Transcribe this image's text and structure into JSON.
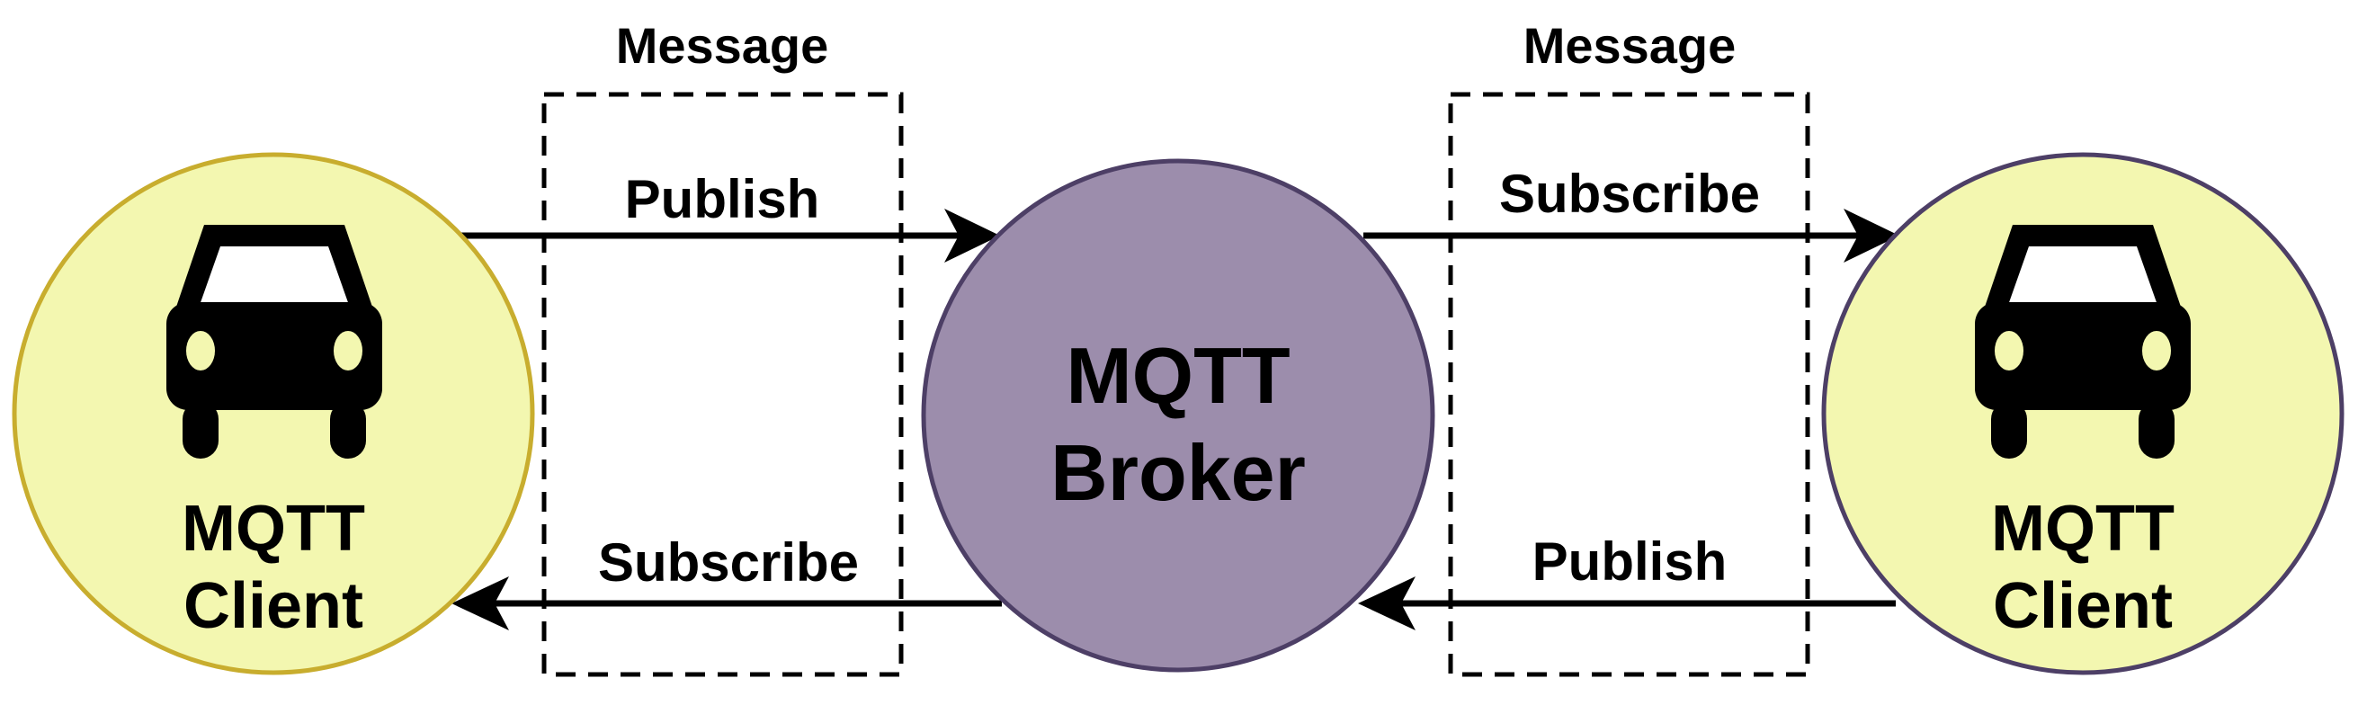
{
  "diagram": {
    "message_left": "Message",
    "message_right": "Message",
    "left_top_arrow": "Publish",
    "left_bottom_arrow": "Subscribe",
    "right_top_arrow": "Subscribe",
    "right_bottom_arrow": "Publish",
    "broker": {
      "line1": "MQTT",
      "line2": "Broker"
    },
    "client_left": {
      "line1": "MQTT",
      "line2": "Client"
    },
    "client_right": {
      "line1": "MQTT",
      "line2": "Client"
    }
  },
  "colors": {
    "client_fill": "#f3f7b0",
    "client_left_stroke": "#c8ad2e",
    "client_right_stroke": "#4d3f66",
    "broker_fill": "#9c8dac",
    "broker_stroke": "#4d3f66",
    "line": "#000000"
  },
  "icons": {
    "client": "car-icon"
  }
}
